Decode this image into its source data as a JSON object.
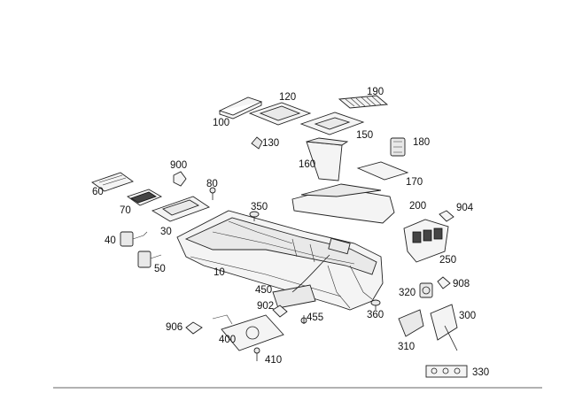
{
  "parts": [
    {
      "id": "p100",
      "label": "100"
    },
    {
      "id": "p120",
      "label": "120"
    },
    {
      "id": "p190",
      "label": "190"
    },
    {
      "id": "p150",
      "label": "150"
    },
    {
      "id": "p130",
      "label": "130"
    },
    {
      "id": "p180",
      "label": "180"
    },
    {
      "id": "p160",
      "label": "160"
    },
    {
      "id": "p170",
      "label": "170"
    },
    {
      "id": "p900",
      "label": "900"
    },
    {
      "id": "p80",
      "label": "80"
    },
    {
      "id": "p60",
      "label": "60"
    },
    {
      "id": "p70",
      "label": "70"
    },
    {
      "id": "p350",
      "label": "350"
    },
    {
      "id": "p200",
      "label": "200"
    },
    {
      "id": "p904",
      "label": "904"
    },
    {
      "id": "p30",
      "label": "30"
    },
    {
      "id": "p40",
      "label": "40"
    },
    {
      "id": "p50",
      "label": "50"
    },
    {
      "id": "p10",
      "label": "10"
    },
    {
      "id": "p250",
      "label": "250"
    },
    {
      "id": "p908",
      "label": "908"
    },
    {
      "id": "p450",
      "label": "450"
    },
    {
      "id": "p320",
      "label": "320"
    },
    {
      "id": "p902",
      "label": "902"
    },
    {
      "id": "p455",
      "label": "455"
    },
    {
      "id": "p360",
      "label": "360"
    },
    {
      "id": "p300",
      "label": "300"
    },
    {
      "id": "p906",
      "label": "906"
    },
    {
      "id": "p400",
      "label": "400"
    },
    {
      "id": "p310",
      "label": "310"
    },
    {
      "id": "p410",
      "label": "410"
    },
    {
      "id": "p330",
      "label": "330"
    }
  ]
}
